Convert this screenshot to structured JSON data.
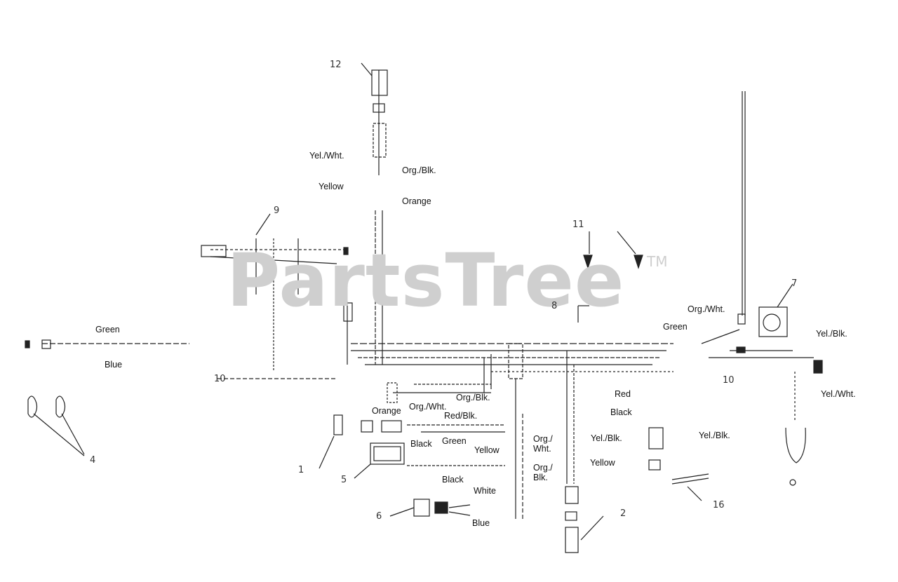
{
  "watermark": {
    "brand": "PartsTree",
    "trademark": "TM"
  },
  "wire_labels": {
    "yel_wht_top": "Yel./Wht.",
    "org_blk_top": "Org./Blk.",
    "yellow_top": "Yellow",
    "orange_top": "Orange",
    "green_left": "Green",
    "blue_left": "Blue",
    "org_wht_right": "Org./Wht.",
    "green_right": "Green",
    "yel_blk_right": "Yel./Blk.",
    "yel_wht_right": "Yel./Wht.",
    "org_blk_mid": "Org./Blk.",
    "orange_mid": "Orange",
    "org_wht_mid": "Org./Wht.",
    "red_blk": "Red/Blk.",
    "black_mid": "Black",
    "green_mid": "Green",
    "yellow_mid": "Yellow",
    "black_low": "Black",
    "white_low": "White",
    "blue_low": "Blue",
    "red_right": "Red",
    "black_right": "Black",
    "yel_blk_lower": "Yel./Blk.",
    "org_wht_stack": "Org./\nWht.",
    "yel_blk_stack": "Yel./Blk.",
    "org_blk_stack": "Org./\nBlk.",
    "yellow_stack": "Yellow"
  },
  "callouts": {
    "c_top": "12",
    "c_9": "9",
    "c_11": "11",
    "c_8": "8",
    "c_7": "7",
    "c_right": "10",
    "c_left": "10",
    "c_4": "4",
    "c_1": "1",
    "c_5": "5",
    "c_6": "6",
    "c_2": "2",
    "c_16": "16"
  }
}
